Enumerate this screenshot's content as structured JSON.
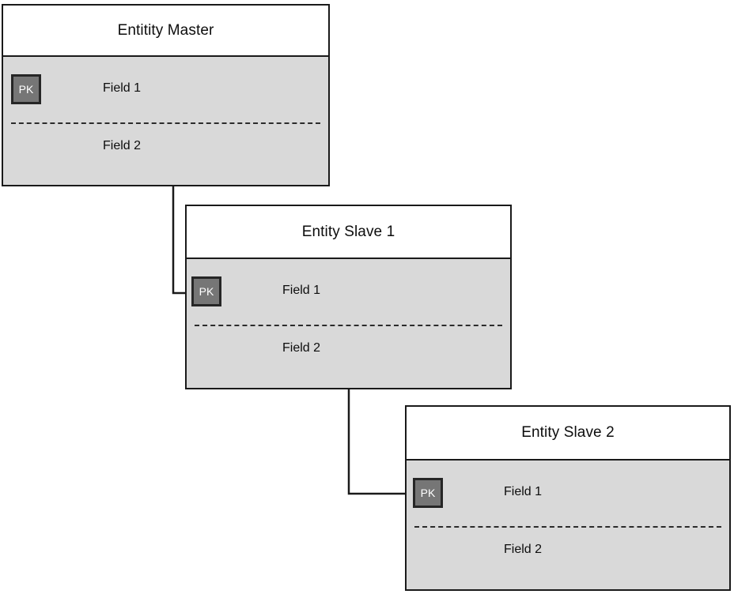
{
  "diagram": {
    "type": "entity-relationship-diagram",
    "background_color": "#ffffff",
    "entities": [
      {
        "id": "master",
        "title": "Entitity Master",
        "key_badge": "PK",
        "fields": [
          {
            "name": "Field 1",
            "is_primary_key": true
          },
          {
            "name": "Field 2",
            "is_primary_key": false
          }
        ]
      },
      {
        "id": "slave1",
        "title": "Entity Slave 1",
        "key_badge": "PK",
        "fields": [
          {
            "name": "Field 1",
            "is_primary_key": true
          },
          {
            "name": "Field 2",
            "is_primary_key": false
          }
        ]
      },
      {
        "id": "slave2",
        "title": "Entity Slave 2",
        "key_badge": "PK",
        "fields": [
          {
            "name": "Field 1",
            "is_primary_key": true
          },
          {
            "name": "Field 2",
            "is_primary_key": false
          }
        ]
      }
    ],
    "relationships": [
      {
        "from": "master",
        "to": "slave1"
      },
      {
        "from": "slave1",
        "to": "slave2"
      }
    ],
    "colors": {
      "header_fill": "#ffffff",
      "body_fill": "#d9d9d9",
      "border": "#1a1a1a",
      "pk_badge_fill": "#767676",
      "pk_badge_border": "#262626",
      "pk_badge_text": "#ffffff",
      "text": "#0d0d0d",
      "separator": "#2b2b2b",
      "connector": "#1a1a1a"
    }
  }
}
